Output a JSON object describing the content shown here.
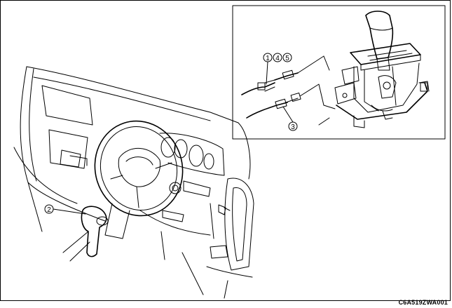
{
  "callouts": {
    "c1": "1",
    "c2": "2",
    "c3": "3",
    "c4": "4",
    "c5": "5"
  },
  "reference_code": "C6A519ZWA001"
}
